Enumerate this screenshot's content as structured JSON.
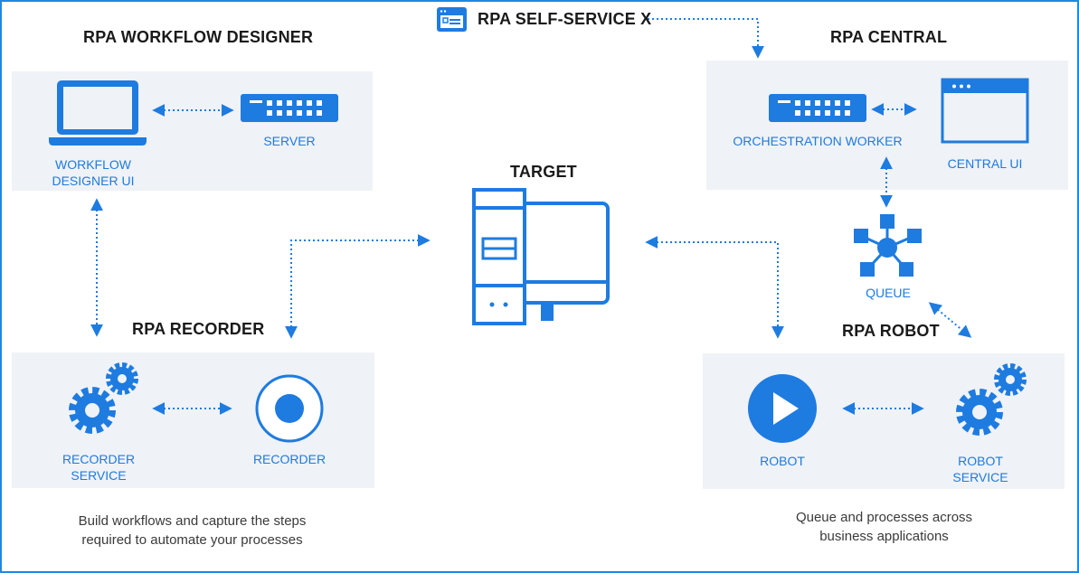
{
  "header": {
    "title": "RPA SELF-SERVICE X",
    "icon": "browser-window-icon"
  },
  "sections": {
    "workflow_designer": {
      "title": "RPA WORKFLOW DESIGNER",
      "items": [
        {
          "label_line1": "WORKFLOW",
          "label_line2": "DESIGNER UI",
          "icon": "laptop-icon"
        },
        {
          "label": "SERVER",
          "icon": "server-icon"
        }
      ]
    },
    "central": {
      "title": "RPA CENTRAL",
      "items": [
        {
          "label": "ORCHESTRATION WORKER",
          "icon": "server-icon"
        },
        {
          "label": "CENTRAL UI",
          "icon": "browser-window-icon"
        }
      ]
    },
    "target": {
      "title": "TARGET",
      "icon": "desktop-computer-icon"
    },
    "queue": {
      "label": "QUEUE",
      "icon": "network-hub-icon"
    },
    "recorder": {
      "title": "RPA RECORDER",
      "items": [
        {
          "label_line1": "RECORDER",
          "label_line2": "SERVICE",
          "icon": "gears-icon"
        },
        {
          "label": "RECORDER",
          "icon": "record-button-icon"
        }
      ],
      "description": "Build workflows and capture the steps required to automate your processes"
    },
    "robot": {
      "title": "RPA ROBOT",
      "items": [
        {
          "label": "ROBOT",
          "icon": "play-button-icon"
        },
        {
          "label_line1": "ROBOT",
          "label_line2": "SERVICE",
          "icon": "gears-icon"
        }
      ],
      "description": "Queue and processes across business applications"
    }
  },
  "colors": {
    "accent": "#1e7be0",
    "panel": "#eff2f6",
    "title": "#1a1a1a",
    "text": "#3a3a3a"
  }
}
